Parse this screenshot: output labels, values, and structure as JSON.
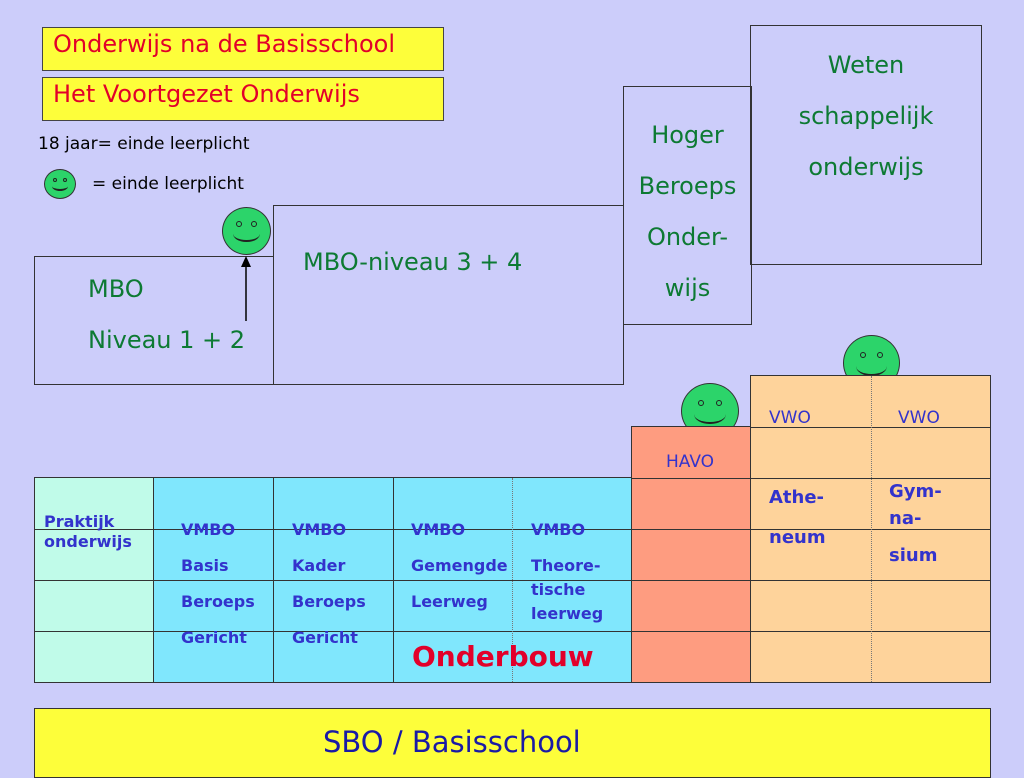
{
  "header": {
    "title": "Onderwijs na de Basisschool",
    "subtitle": "Het Voortgezet Onderwijs"
  },
  "legend": {
    "age_note": "18 jaar= einde leerplicht",
    "smiley_note": "= einde leerplicht"
  },
  "higher": {
    "wo": [
      "Weten",
      "schappelijk",
      "onderwijs"
    ],
    "hbo": [
      "Hoger",
      "Beroeps",
      "Onder-",
      "wijs"
    ],
    "mbo34": "MBO-niveau 3 + 4",
    "mbo12_line1": "MBO",
    "mbo12_line2": "Niveau  1 + 2"
  },
  "tracks": {
    "praktijk": [
      "Praktijk",
      "onderwijs"
    ],
    "vmbo_basis": [
      "VMBO",
      "Basis",
      "Beroeps",
      "Gericht"
    ],
    "vmbo_kader": [
      "VMBO",
      "Kader",
      "Beroeps",
      "Gericht"
    ],
    "vmbo_gemengde": [
      "VMBO",
      "Gemengde",
      "Leerweg"
    ],
    "vmbo_theore": [
      "VMBO",
      "Theore-",
      "tische",
      "leerweg"
    ],
    "havo": "HAVO",
    "vwo_1": "VWO",
    "vwo_2": "VWO",
    "atheneum": [
      "Athe-",
      "neum"
    ],
    "gymnasium": [
      "Gym-",
      "na-",
      "sium"
    ],
    "onderbouw": "Onderbouw"
  },
  "footer": {
    "label": "SBO / Basisschool"
  },
  "colors": {
    "background": "#cccdfa",
    "yellow": "#fdfe3a",
    "title_red": "#e2002a",
    "green_text": "#0d7a33",
    "blue_text": "#3333cc",
    "praktijk_fill": "#c0fbe9",
    "vmbo_fill": "#80e7fd",
    "havo_fill": "#fe9c80",
    "vwo_fill": "#fed39b",
    "smiley": "#2cd46a"
  }
}
